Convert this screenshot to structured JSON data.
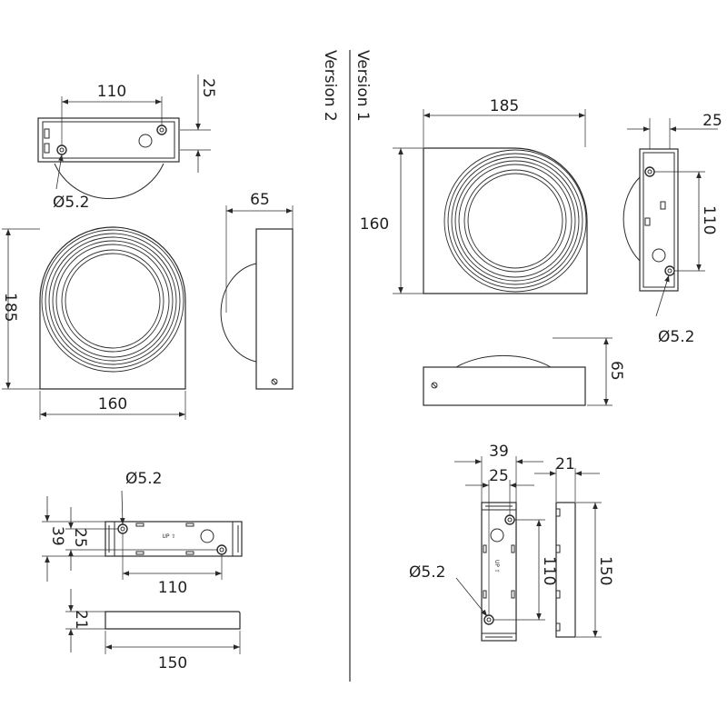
{
  "versions": {
    "v1_label": "Version 1",
    "v2_label": "Version 2"
  },
  "version2": {
    "top_view": {
      "width": "110",
      "depth": "25",
      "hole": "Ø5.2"
    },
    "front_view": {
      "height": "185",
      "width": "160"
    },
    "side_view": {
      "depth": "65"
    },
    "bracket": {
      "outer": "39",
      "inner": "25",
      "holes": "110",
      "hole": "Ø5.2",
      "mark": "UP ⇧"
    },
    "bracket_side": {
      "thickness": "21",
      "length": "150"
    }
  },
  "version1": {
    "front_view": {
      "width": "185",
      "height": "160"
    },
    "side_view": {
      "depth": "25",
      "holes": "110",
      "hole": "Ø5.2"
    },
    "bottom_view": {
      "depth": "65"
    },
    "bracket": {
      "outer": "39",
      "inner": "25",
      "holes": "110",
      "hole": "Ø5.2",
      "mark": "UP ⇧"
    },
    "bracket_side": {
      "thickness": "21",
      "length": "150"
    }
  }
}
